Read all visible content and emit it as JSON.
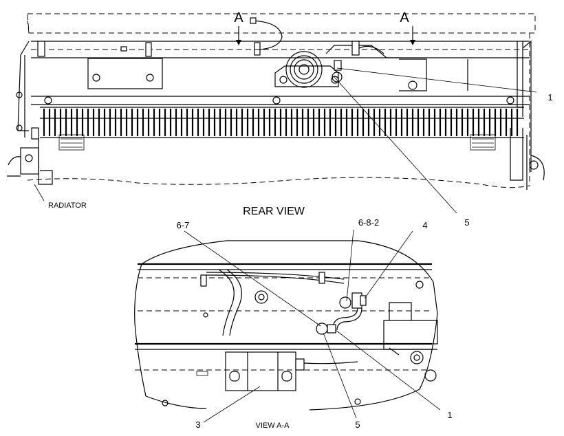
{
  "section_marker": "A",
  "labels": {
    "rear_view": "REAR VIEW",
    "view_aa": "VIEW A-A",
    "radiator": "RADIATOR"
  },
  "callouts": {
    "top_1": "1",
    "top_5": "5",
    "view_6_7": "6-7",
    "view_6_8_2": "6-8-2",
    "view_4": "4",
    "view_1": "1",
    "view_5": "5",
    "view_3": "3"
  }
}
